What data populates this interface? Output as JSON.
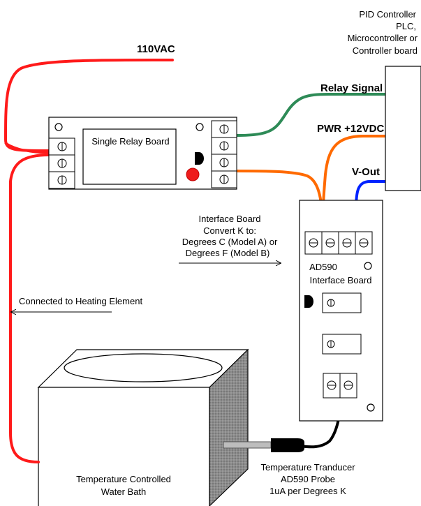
{
  "labels": {
    "ac_supply": "110VAC",
    "controller": [
      "PID Controller",
      "PLC,",
      "Microcontroller or",
      "Controller board"
    ],
    "relay_signal": "Relay Signal",
    "pwr": "PWR +12VDC",
    "vout": "V-Out",
    "relay_board": "Single Relay Board",
    "interface_note": [
      "Interface Board",
      "Convert K to:",
      "Degrees C (Model A) or",
      "Degrees F (Model B)"
    ],
    "interface_board": [
      "AD590",
      "Interface Board"
    ],
    "heating": "Connected to Heating Element",
    "water_bath": [
      "Temperature Controlled",
      "Water Bath"
    ],
    "probe": [
      "Temperature Tranducer",
      "AD590 Probe",
      "1uA per Degrees K"
    ]
  },
  "colors": {
    "ac_wire": "#ff1a1a",
    "relay_signal_wire": "#2e8b57",
    "power_wire": "#ff6a00",
    "vout_wire": "#0022ff",
    "probe_wire": "#000000",
    "led": "#ee1c1c",
    "bath_side": "#8c8c8c"
  }
}
